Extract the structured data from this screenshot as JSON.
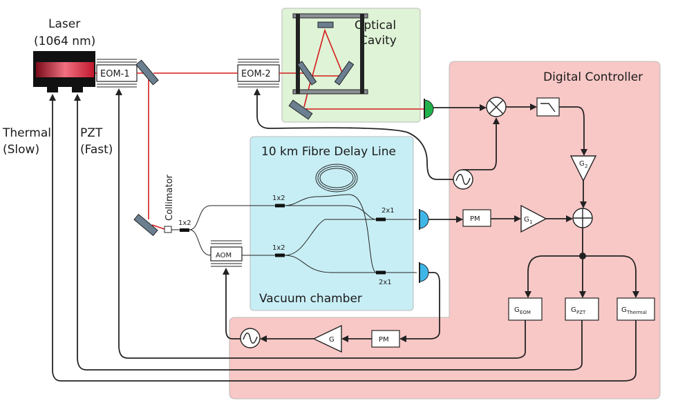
{
  "regions": {
    "optical_cavity": {
      "title_line1": "Optical",
      "title_line2": "Cavity",
      "fill": "#dff3d6"
    },
    "digital_controller": {
      "title": "Digital Controller",
      "fill": "#f8c8c6"
    },
    "fibre_delay": {
      "title": "10 km Fibre Delay Line",
      "subtitle": "Vacuum chamber",
      "fill": "#c8eef5"
    }
  },
  "laser": {
    "line1": "Laser",
    "line2": "(1064 nm)"
  },
  "actuators": {
    "thermal_line1": "Thermal",
    "thermal_line2": "(Slow)",
    "pzt_line1": "PZT",
    "pzt_line2": "(Fast)"
  },
  "components": {
    "eom1": "EOM-1",
    "eom2": "EOM-2",
    "aom": "AOM",
    "collimator": "Collimator",
    "pm_upper": "PM",
    "pm_lower": "PM",
    "gain_g": "G",
    "gain_g1": "G",
    "gain_g1_sub": "1",
    "gain_g2": "G",
    "gain_g2_sub": "2",
    "g_eom": "G",
    "g_eom_sub": "EOM",
    "g_pzt": "G",
    "g_pzt_sub": "PZT",
    "g_thermal": "G",
    "g_thermal_sub": "Thermal"
  },
  "couplers": {
    "c_1x2_a": "1x2",
    "c_1x2_b": "1x2",
    "c_1x2_c": "1x2",
    "c_2x1_a": "2x1",
    "c_2x1_b": "2x1"
  },
  "colors": {
    "beam": "#d61a1a",
    "detector_green": "#22b24c",
    "detector_blue": "#3fb6e8",
    "laser_red": "#d81e3a"
  }
}
